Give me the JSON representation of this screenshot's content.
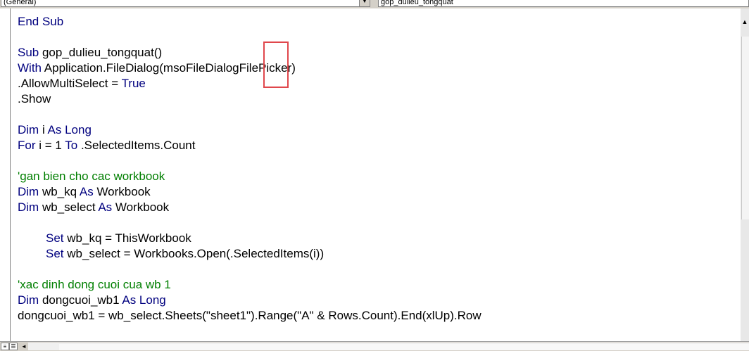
{
  "toolbar": {
    "object_dropdown": "(General)",
    "procedure_dropdown": "gop_dulieu_tongquat",
    "dropdown_arrow": "▼"
  },
  "code_lines": [
    {
      "id": "l1",
      "indent": false,
      "parts": [
        {
          "t": "kw",
          "v": "End Sub"
        }
      ]
    },
    {
      "id": "l2",
      "indent": false,
      "parts": []
    },
    {
      "id": "l3",
      "indent": false,
      "parts": [
        {
          "t": "kw",
          "v": "Sub"
        },
        {
          "t": "n",
          "v": " gop_dulieu_tongquat()"
        }
      ]
    },
    {
      "id": "l4",
      "indent": false,
      "parts": [
        {
          "t": "kw",
          "v": "With"
        },
        {
          "t": "n",
          "v": " Application.FileDialog(msoFileDialogFilePicker)"
        }
      ]
    },
    {
      "id": "l5",
      "indent": false,
      "parts": [
        {
          "t": "n",
          "v": ".AllowMultiSelect = "
        },
        {
          "t": "kw",
          "v": "True"
        }
      ]
    },
    {
      "id": "l6",
      "indent": false,
      "parts": [
        {
          "t": "n",
          "v": ".Show"
        }
      ]
    },
    {
      "id": "l7",
      "indent": false,
      "parts": []
    },
    {
      "id": "l8",
      "indent": false,
      "parts": [
        {
          "t": "kw",
          "v": "Dim"
        },
        {
          "t": "n",
          "v": " i "
        },
        {
          "t": "kw",
          "v": "As Long"
        }
      ]
    },
    {
      "id": "l9",
      "indent": false,
      "parts": [
        {
          "t": "kw",
          "v": "For"
        },
        {
          "t": "n",
          "v": " i = 1 "
        },
        {
          "t": "kw",
          "v": "To"
        },
        {
          "t": "n",
          "v": " .SelectedItems.Count"
        }
      ]
    },
    {
      "id": "l10",
      "indent": false,
      "parts": []
    },
    {
      "id": "l11",
      "indent": false,
      "parts": [
        {
          "t": "cm",
          "v": "'gan bien cho cac workbook"
        }
      ]
    },
    {
      "id": "l12",
      "indent": false,
      "parts": [
        {
          "t": "kw",
          "v": "Dim"
        },
        {
          "t": "n",
          "v": " wb_kq "
        },
        {
          "t": "kw",
          "v": "As"
        },
        {
          "t": "n",
          "v": " Workbook"
        }
      ]
    },
    {
      "id": "l13",
      "indent": false,
      "parts": [
        {
          "t": "kw",
          "v": "Dim"
        },
        {
          "t": "n",
          "v": " wb_select "
        },
        {
          "t": "kw",
          "v": "As"
        },
        {
          "t": "n",
          "v": " Workbook"
        }
      ]
    },
    {
      "id": "l14",
      "indent": false,
      "parts": []
    },
    {
      "id": "l15",
      "indent": true,
      "parts": [
        {
          "t": "kw",
          "v": "Set"
        },
        {
          "t": "n",
          "v": " wb_kq = ThisWorkbook"
        }
      ]
    },
    {
      "id": "l16",
      "indent": true,
      "parts": [
        {
          "t": "kw",
          "v": "Set"
        },
        {
          "t": "n",
          "v": " wb_select = Workbooks.Open(.SelectedItems(i))"
        }
      ]
    },
    {
      "id": "l17",
      "indent": false,
      "parts": []
    },
    {
      "id": "l18",
      "indent": false,
      "parts": [
        {
          "t": "cm",
          "v": "'xac dinh dong cuoi cua wb 1"
        }
      ]
    },
    {
      "id": "l19",
      "indent": false,
      "parts": [
        {
          "t": "kw",
          "v": "Dim"
        },
        {
          "t": "n",
          "v": " dongcuoi_wb1 "
        },
        {
          "t": "kw",
          "v": "As Long"
        }
      ]
    },
    {
      "id": "l20",
      "indent": false,
      "parts": [
        {
          "t": "n",
          "v": "dongcuoi_wb1 = wb_select.Sheets(\"sheet1\").Range(\"A\" & Rows.Count).End(xlUp).Row"
        }
      ]
    }
  ],
  "colors": {
    "keyword": "#00007f",
    "comment": "#007f00",
    "text": "#000000",
    "highlight_box": "#e0474c"
  },
  "icons": {
    "scroll_up": "▲",
    "scroll_left": "◄",
    "procedure_view": "≡",
    "full_module_view": "☰"
  }
}
